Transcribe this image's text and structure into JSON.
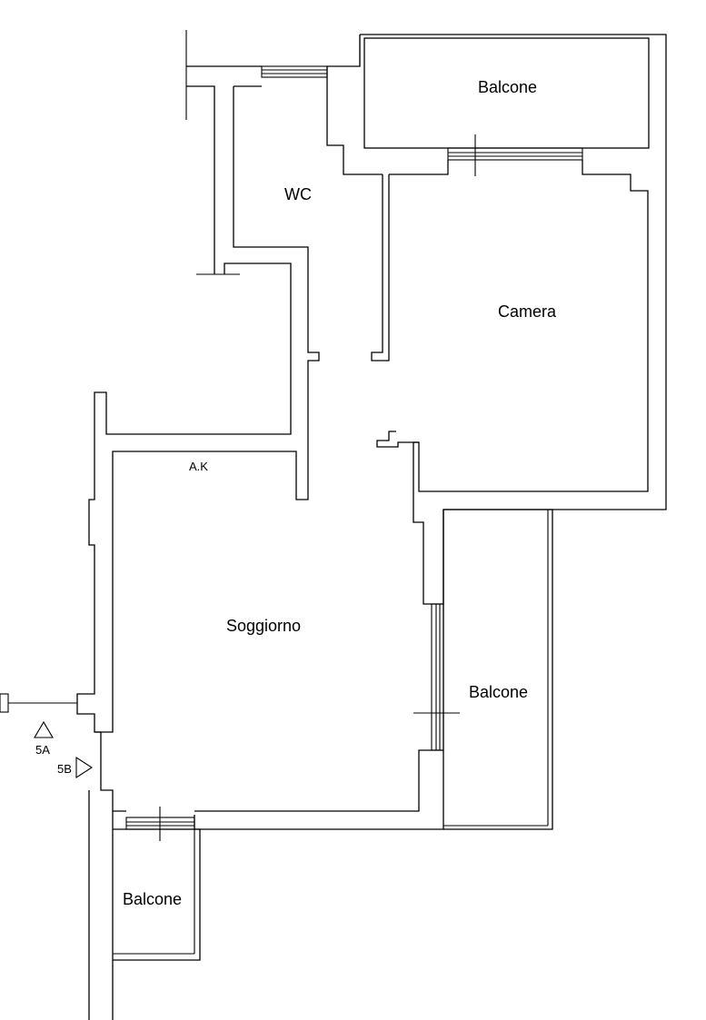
{
  "rooms": {
    "balcone_top": "Balcone",
    "wc": "WC",
    "camera": "Camera",
    "soggiorno": "Soggiorno",
    "balcone_right": "Balcone",
    "balcone_bottom": "Balcone"
  },
  "annotations": {
    "ak": "A.K",
    "marker_5a": "5A",
    "marker_5b": "5B"
  },
  "colors": {
    "line": "#000000",
    "background": "#ffffff"
  }
}
